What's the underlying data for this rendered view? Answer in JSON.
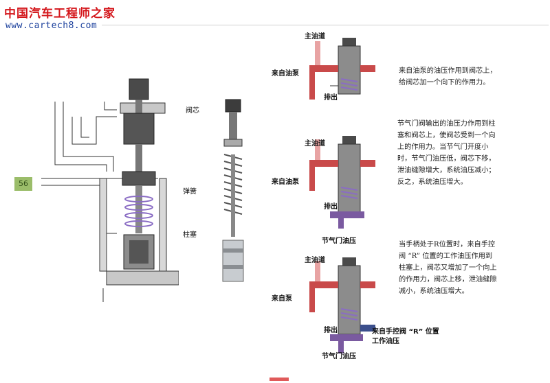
{
  "header": {
    "logo_text": "中国汽车工程师之家",
    "logo_url": "www.cartech8.com"
  },
  "page_number": "56",
  "left_figure": {
    "labels": {
      "valve_core": "阀芯",
      "spring": "弹簧",
      "plunger": "柱塞"
    }
  },
  "diagrams": [
    {
      "labels": {
        "main_line": "主油道",
        "from_pump": "来自油泵",
        "exhaust": "排出"
      },
      "description": "来自油泵的油压作用到阀芯上，给阀芯加一个向下的作用力。"
    },
    {
      "labels": {
        "main_line": "主油道",
        "from_pump": "来自油泵",
        "exhaust": "排出",
        "throttle_pressure": "节气门油压"
      },
      "description": "节气门阀输出的油压力作用到柱塞和阀芯上，使阀芯受到一个向上的作用力。当节气门开度小时，节气门油压低，阀芯下移，泄油缝隙增大，系统油压减小；反之，系统油压增大。"
    },
    {
      "labels": {
        "main_line": "主油道",
        "from_pump": "来自泵",
        "exhaust": "排出",
        "throttle_pressure": "节气门油压",
        "manual_r_line1": "来自手控阀 “R” 位置",
        "manual_r_line2": "工作油压"
      },
      "description": "当手柄处于R位置时，来自手控阀 “R” 位置的工作油压作用到柱塞上，阀芯又增加了一个向上的作用力，阀芯上移，泄油缝隙减小，系统油压增大。"
    }
  ],
  "colors": {
    "oil": "#c94a4a",
    "oil_light": "#e8a3a3",
    "spring": "#8a6cc4",
    "metal_dark": "#4a4a4a",
    "metal_mid": "#8c8c8c",
    "line": "#333333",
    "arrow": "#d08080",
    "throttle": "#7a5aa0",
    "manual": "#3b4f8c"
  }
}
